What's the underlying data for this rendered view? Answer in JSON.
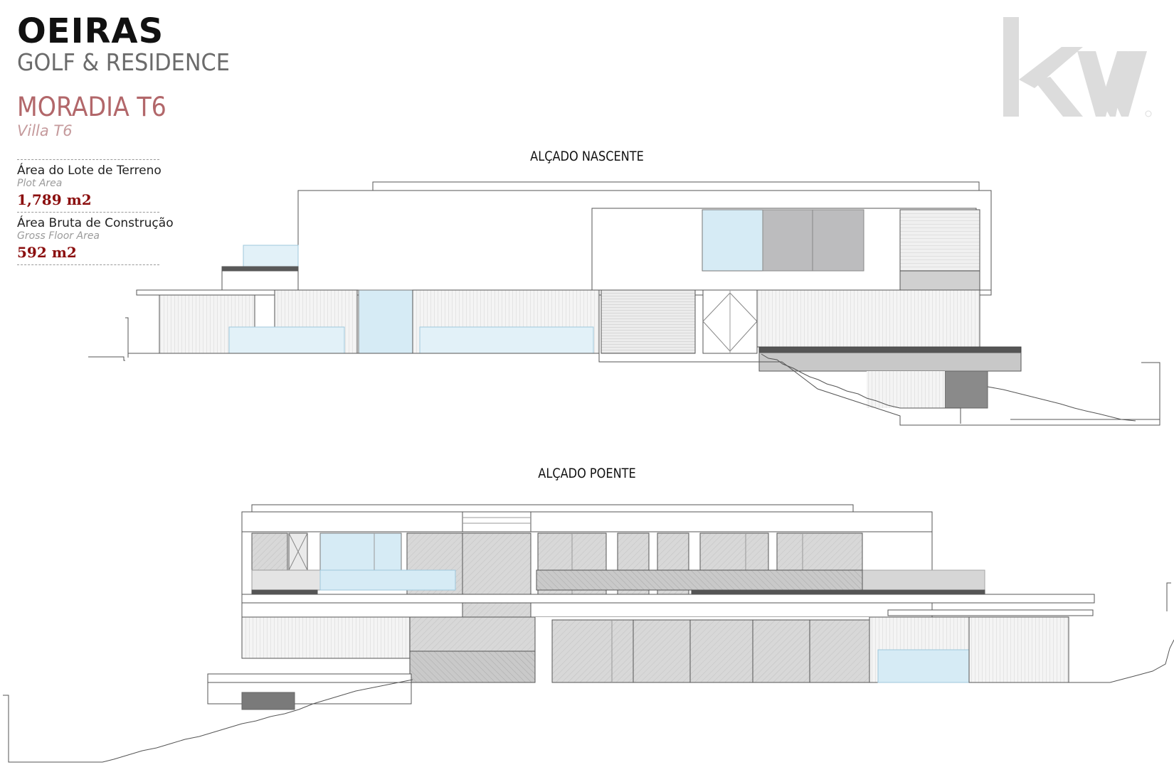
{
  "header": {
    "title": "OEIRAS",
    "subtitle": "GOLF & RESIDENCE",
    "model": "MORADIA T6",
    "model_en": "Villa T6"
  },
  "areas": [
    {
      "label": "Área do Lote de Terreno",
      "label_en": "Plot Area",
      "value": "1,789 m2"
    },
    {
      "label": "Área Bruta de Construção",
      "label_en": "Gross Floor Area",
      "value": "592 m2"
    }
  ],
  "drawings": {
    "east_title": "ALÇADO NASCENTE",
    "west_title": "ALÇADO POENTE"
  },
  "logo": {
    "name": "kw-logo",
    "text": "kw",
    "color": "#d8d8d8"
  },
  "colors": {
    "brand_red": "#b2676a",
    "value_red": "#8b0f0f",
    "glass": "#d6ebf5",
    "dark_gray": "#595959"
  }
}
